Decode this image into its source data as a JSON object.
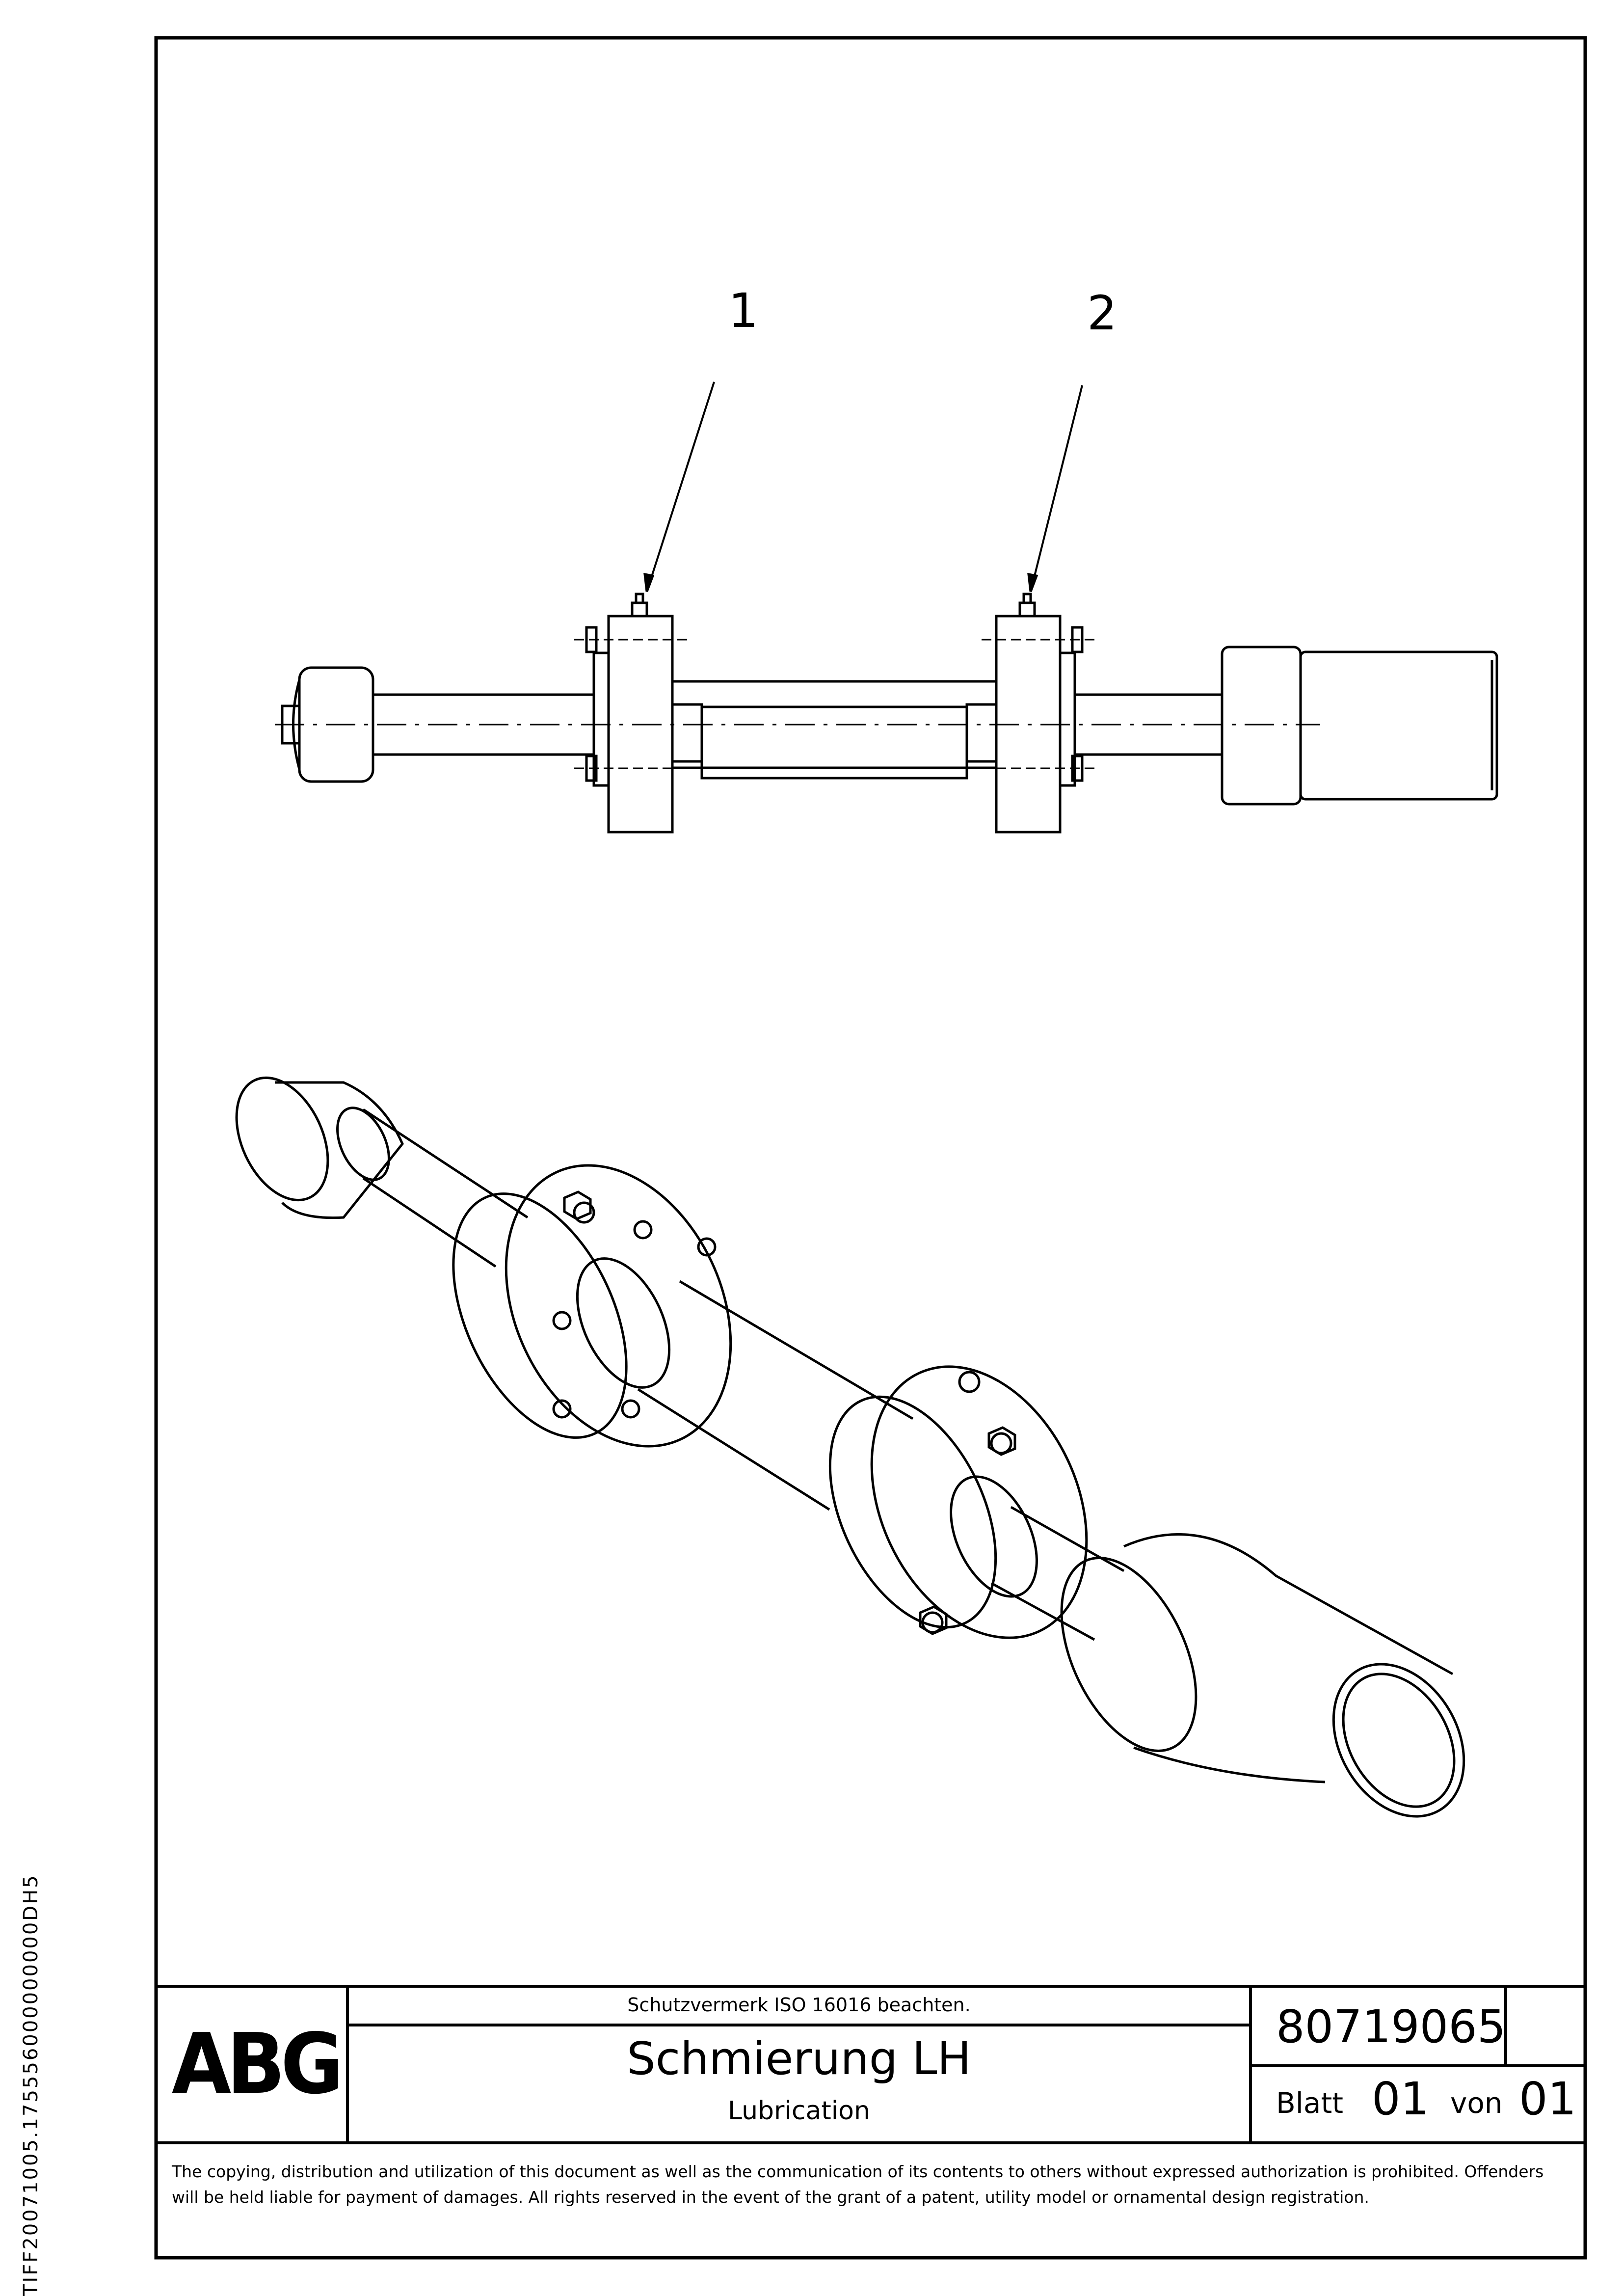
{
  "side_code": "TIFF20071005.175556000000000DH5",
  "callouts": [
    "1",
    "2"
  ],
  "title_block": {
    "logo": "ABG",
    "notice": "Schutzvermerk ISO 16016 beachten.",
    "title_de": "Schmierung LH",
    "title_en": "Lubrication",
    "drawing_number": "80719065",
    "sheet_label": "Blatt",
    "sheet_number": "01",
    "of_label": "von",
    "sheet_total": "01"
  },
  "copyright": "The copying, distribution and utilization of this document as well as the communication of its contents to others without expressed authorization is prohibited. Offenders will be held liable for payment of damages. All rights reserved in the event of the grant of a patent, utility model or ornamental design registration."
}
